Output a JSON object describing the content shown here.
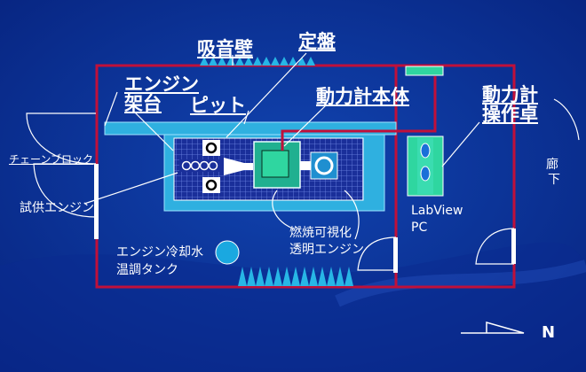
{
  "labels": {
    "sound_wall": "吸音壁",
    "surface_plate": "定盤",
    "engine_mount_1": "エンジン",
    "engine_mount_2": "架台",
    "pit": "ピット",
    "dyno_body": "動力計本体",
    "dyno_console_1": "動力計",
    "dyno_console_2": "操作卓",
    "chain_block": "チェーンブロック",
    "test_engine": "試供エンジン",
    "labview_1": "LabView",
    "labview_2": "PC",
    "visual_engine_1": "燃焼可視化",
    "visual_engine_2": "透明エンジン",
    "coolant_1": "エンジン冷却水",
    "coolant_2": "温調タンク",
    "corridor_1": "廊",
    "corridor_2": "下",
    "north": "N"
  },
  "colors": {
    "background": "#0b2a8c",
    "wall": "#c0103a",
    "pit_fill": "#2fb0e0",
    "dyno_green": "#2fd6a0",
    "coolant_tank": "#1aa8e0"
  }
}
